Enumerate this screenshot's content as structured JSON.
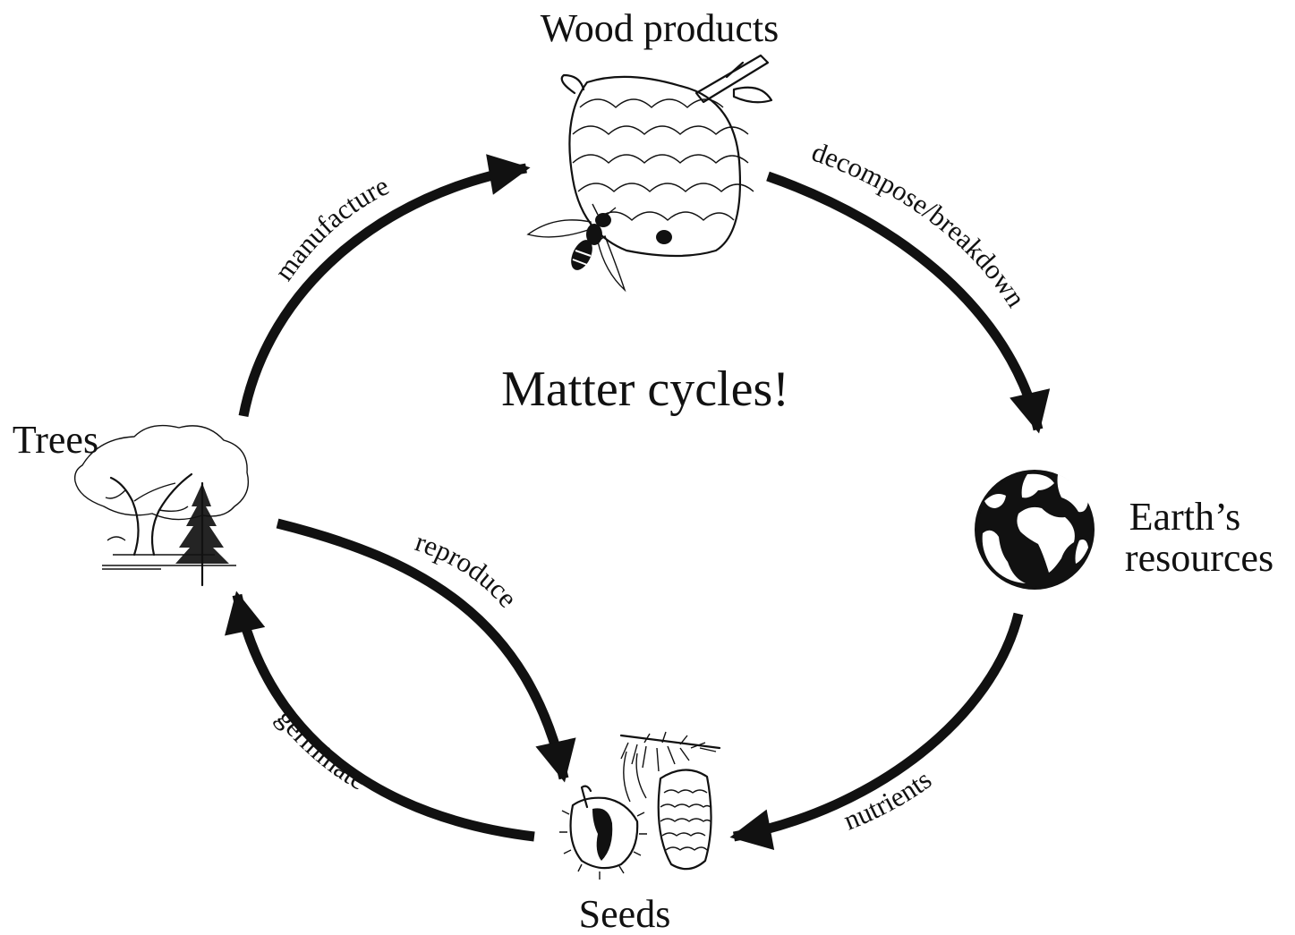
{
  "diagram": {
    "title": "Matter cycles!",
    "nodes": {
      "wood_products": {
        "label": "Wood products",
        "icon": "wasp-nest-icon"
      },
      "earths_resources": {
        "label_line1": "Earth’s",
        "label_line2": "resources",
        "icon": "globe-icon"
      },
      "seeds": {
        "label": "Seeds",
        "icon": "chestnut-and-cone-icon"
      },
      "trees": {
        "label": "Trees",
        "icon": "trees-icon"
      }
    },
    "edges": {
      "manufacture": {
        "label": "manufacture",
        "from": "Trees",
        "to": "Wood products"
      },
      "decompose": {
        "label": "decompose/breakdown",
        "from": "Wood products",
        "to": "Earth’s resources"
      },
      "nutrients": {
        "label": "nutrients",
        "from": "Earth’s resources",
        "to": "Seeds"
      },
      "germinate": {
        "label": "germinate",
        "from": "Seeds",
        "to": "Trees"
      },
      "reproduce": {
        "label": "reproduce",
        "from": "Trees",
        "to": "Seeds"
      }
    },
    "colors": {
      "ink": "#111111",
      "background": "#ffffff"
    }
  }
}
